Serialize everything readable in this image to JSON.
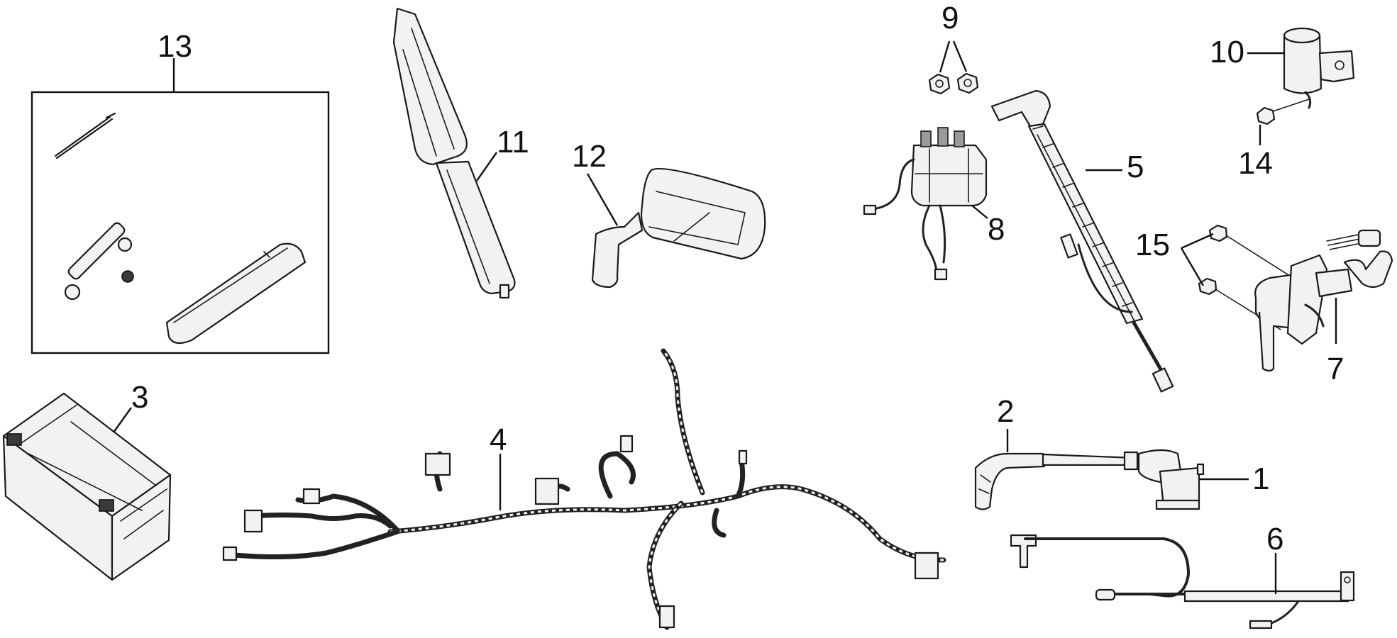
{
  "diagram": {
    "callouts": [
      {
        "id": "c1",
        "label": "1"
      },
      {
        "id": "c2",
        "label": "2"
      },
      {
        "id": "c3",
        "label": "3"
      },
      {
        "id": "c4",
        "label": "4"
      },
      {
        "id": "c5",
        "label": "5"
      },
      {
        "id": "c6",
        "label": "6"
      },
      {
        "id": "c7",
        "label": "7"
      },
      {
        "id": "c8",
        "label": "8"
      },
      {
        "id": "c9",
        "label": "9"
      },
      {
        "id": "c10",
        "label": "10"
      },
      {
        "id": "c11",
        "label": "11"
      },
      {
        "id": "c12",
        "label": "12"
      },
      {
        "id": "c13",
        "label": "13"
      },
      {
        "id": "c14",
        "label": "14"
      },
      {
        "id": "c15",
        "label": "15"
      }
    ]
  },
  "colors": {
    "ink": "#1a1a1a",
    "background": "#ffffff",
    "shade": "#9a9a9a"
  }
}
